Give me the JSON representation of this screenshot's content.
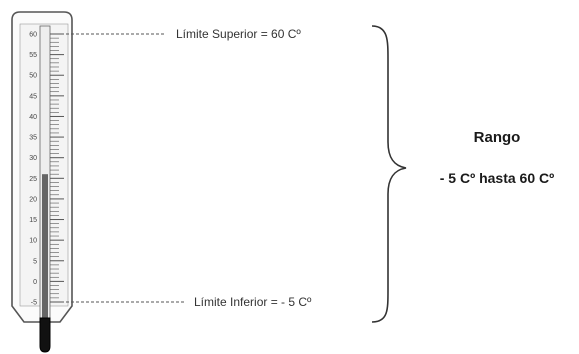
{
  "thermometer": {
    "scale_min": -5,
    "scale_max": 60,
    "scale_labels": [
      "60",
      "55",
      "50",
      "45",
      "40",
      "35",
      "30",
      "25",
      "20",
      "15",
      "10",
      "5",
      "0",
      "-5"
    ],
    "liquid_level": 26,
    "liquid_color": "#666666"
  },
  "annotations": {
    "upper_limit": "Límite Superior = 60 Cº",
    "lower_limit": "Límite Inferior = - 5 Cº"
  },
  "range": {
    "title": "Rango",
    "value": "- 5 Cº hasta 60 Cº"
  }
}
